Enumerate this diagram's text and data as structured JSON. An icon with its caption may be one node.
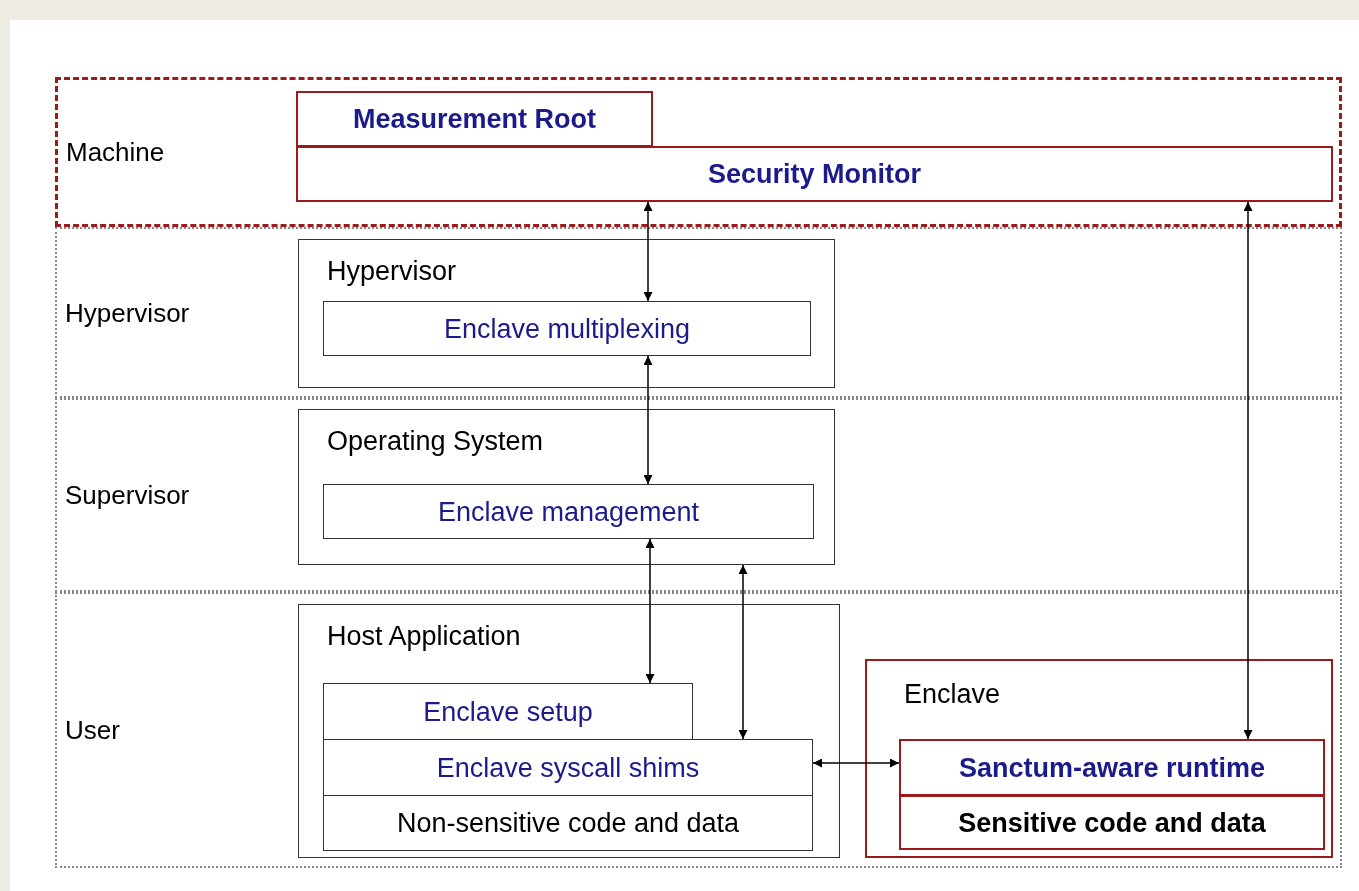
{
  "diagram": {
    "nodes": [
      {
        "text": [
          "Machine"
        ]
      },
      {
        "text": [
          "Measurement Root"
        ],
        "in": 0
      },
      {
        "text": [
          "Security Monitor"
        ],
        "in": 0
      },
      {
        "text": [
          "Hypervisor"
        ]
      },
      {
        "text": [
          "Hypervisor"
        ],
        "in": 3
      },
      {
        "text": [
          "Enclave multiplexing"
        ],
        "in": 4
      },
      {
        "text": [
          "Supervisor"
        ]
      },
      {
        "text": [
          "Operating System"
        ],
        "in": 6
      },
      {
        "text": [
          "Enclave management"
        ],
        "in": 7
      },
      {
        "text": [
          "User"
        ]
      },
      {
        "text": [
          "Host Application"
        ],
        "in": 9
      },
      {
        "text": [
          "Enclave setup"
        ],
        "in": 10
      },
      {
        "text": [
          "Enclave syscall shims"
        ],
        "in": 10
      },
      {
        "text": [
          "Non-sensitive code and data"
        ],
        "in": 10
      },
      {
        "text": [
          "Enclave"
        ],
        "in": 9
      },
      {
        "text": [
          "Sanctum-aware runtime"
        ],
        "in": 14
      },
      {
        "text": [
          "Sensitive code and data"
        ],
        "in": 14
      }
    ],
    "edges": [
      {
        "from": 2,
        "to": 5,
        "arrow": "both"
      },
      {
        "from": 5,
        "to": 8,
        "arrow": "both"
      },
      {
        "from": 8,
        "to": 11,
        "arrow": "both"
      },
      {
        "from": 7,
        "to": 12,
        "arrow": "both"
      },
      {
        "from": 12,
        "to": 15,
        "arrow": "both"
      },
      {
        "from": 2,
        "to": 15,
        "arrow": "both"
      }
    ]
  }
}
